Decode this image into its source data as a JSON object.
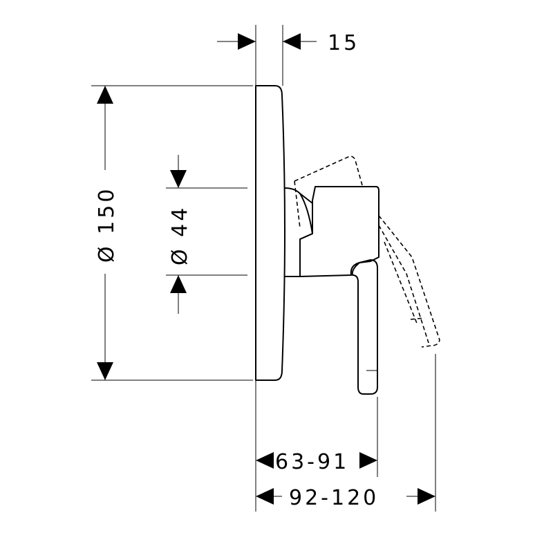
{
  "dimensions": {
    "plate_depth": "15",
    "plate_diameter": "Ø 150",
    "body_diameter": "Ø 44",
    "projection_handle": "63-91",
    "projection_handle_open": "92-120"
  }
}
